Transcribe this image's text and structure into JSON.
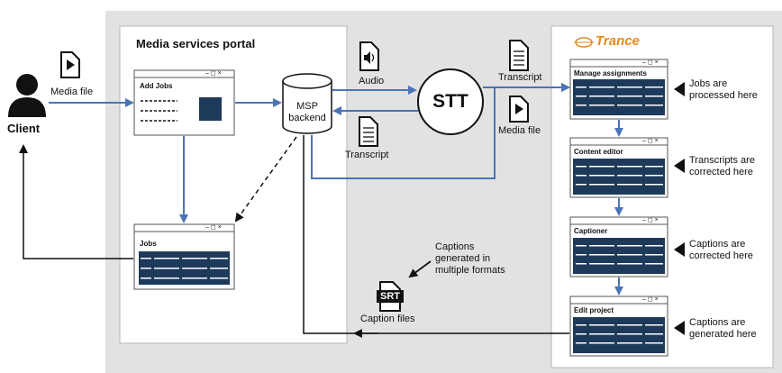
{
  "client": {
    "label": "Client"
  },
  "portal": {
    "title": "Media services portal"
  },
  "media_file_label_left": "Media file",
  "add_jobs_window": {
    "title": "Add Jobs",
    "controls": "– ◻ ×"
  },
  "jobs_window": {
    "title": "Jobs",
    "controls": "– ◻ ×"
  },
  "msp_backend": {
    "line1": "MSP",
    "line2": "backend"
  },
  "audio_label": "Audio",
  "stt_label": "STT",
  "transcript_label_center": "Transcript",
  "transcript_label_right": "Transcript",
  "media_file_label_right": "Media file",
  "trance": {
    "logo_text": "Trance"
  },
  "stages": [
    {
      "title": "Manage assignments",
      "note_line1": "Jobs are",
      "note_line2": "processed here"
    },
    {
      "title": "Content editor",
      "note_line1": "Transcripts are",
      "note_line2": "corrected here"
    },
    {
      "title": "Captioner",
      "note_line1": "Captions are",
      "note_line2": "corrected here"
    },
    {
      "title": "Edit project",
      "note_line1": "Captions are",
      "note_line2": "generated here"
    }
  ],
  "captions_note": {
    "line1": "Captions",
    "line2": "generated in",
    "line3": "multiple formats"
  },
  "srt_label": "SRT",
  "caption_files_label": "Caption files",
  "colors": {
    "arrow_blue": "#4a74b6",
    "panel_gray": "#e2e2e2",
    "dark_navy": "#1e3a5a",
    "trance_orange": "#e48a1e"
  },
  "icons": [
    "user-icon",
    "media-file-icon",
    "audio-file-icon",
    "transcript-file-icon",
    "srt-file-icon",
    "database-icon",
    "pointer-triangle-icon",
    "trance-logo-icon"
  ]
}
